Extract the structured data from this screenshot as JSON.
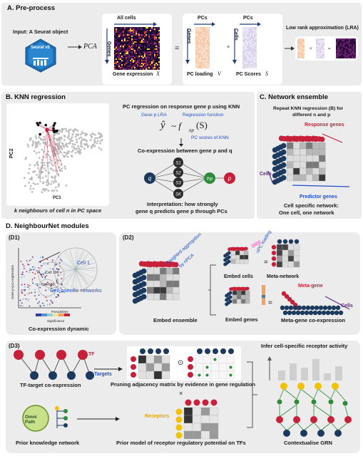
{
  "sections": {
    "a_title": "A. Pre-process",
    "b_title": "B. KNN regression",
    "c_title": "C. Network ensemble",
    "d_title": "D. NeighbourNet modules"
  },
  "panel_a": {
    "input_label": "Input: A Seurat object",
    "seurat_logo": "Seurat v5",
    "pca_label": "PCA",
    "all_cells": "All cells",
    "genes": "Genes",
    "gene_expression": "Gene expression",
    "x_var": "X",
    "equals": "=",
    "pcs_top": "PCs",
    "genes_side": "Genes",
    "pc_loading": "PC loading",
    "v_var": "V",
    "times": "×",
    "pcs_top2": "PCs",
    "cells_side": "Cells",
    "pc_scores": "PC Scores",
    "s_var": "S",
    "lra_label": "Low rank approximation (LRA)"
  },
  "panel_b": {
    "axis_pc1": "PC1",
    "axis_pc2": "PC2",
    "caption": "k neighbours of cell n in PC space",
    "regression_title": "PC regression on response gene p using KNN",
    "gene_p_lra": "Gene p LRA",
    "regression_function": "Regression function",
    "formula_left": "ŷ",
    "formula_mid": "~ f",
    "formula_sub": "np",
    "formula_arg": "(S)",
    "pc_scores_knn": "PC scores of KNN",
    "coexp_title": "Co-expression between gene p and q",
    "node_q": "q",
    "node_s1": "S1",
    "node_s2": "S2",
    "node_s3": "S3",
    "node_sk": "SK",
    "node_f": "fnp",
    "node_p": "p",
    "interp_line1": "Interpretation: how strongly",
    "interp_line2": "gene q predicts  gene p through PCs"
  },
  "panel_c": {
    "repeat_line1": "Repeat KNN regression (B) for",
    "repeat_line2": "different n and p",
    "response_genes": "Response genes",
    "cells": "Cells",
    "predictor_genes": "Predictor genes",
    "caption_line1": "Cell specific network:",
    "caption_line2": "One cell, one network"
  },
  "panel_d1": {
    "label": "(D1)",
    "cell1": "Cell 1",
    "cell100": "Cell 100",
    "cell500": "Cell 500",
    "cell_specific": "Cell-specific networks",
    "y_axis": "Gene p-q co-expression",
    "x_axis": "Pseudotime",
    "significance": "Significance",
    "caption": "Co-expression dynamic"
  },
  "panel_d2": {
    "label": "(D2)",
    "weighted_line1": "Weighted aggregation",
    "weighted_line2": "by nPCA",
    "npc_loading": "nPC loading",
    "embed_cells": "Embed cells",
    "meta_network": "Meta-network",
    "embed_ensemble": "Embed ensemble",
    "meta_gene": "Meta-gene",
    "cells": "Cells",
    "embed_genes": "Embed genes",
    "meta_gene_coexp": "Meta-gene co-expression",
    "equals": "="
  },
  "panel_d3": {
    "label": "(D3)",
    "tf": "TF",
    "targets": "Targets",
    "tf_caption": "TF-target co-expression",
    "prune_caption": "Pruning adjacency matrix by evidence in gene regulation",
    "odot": "⊙",
    "times": "×",
    "omnipath": "Omni Path",
    "prior_caption": "Prior knowledge network",
    "receptors": "Receptors",
    "prior_model_caption": "Prior model of receptor regulatory potential on TFs",
    "infer_title": "Infer cell-specific receptor activity",
    "grn_caption": "Contextualise GRN"
  },
  "colors": {
    "panel_bg": "#ececec",
    "red": "#c7203a",
    "navy": "#1c3a5e",
    "blue_text": "#1f4fc8",
    "green": "#2e8b3a",
    "yellow": "#f2c200",
    "purple": "#5b2a86"
  }
}
